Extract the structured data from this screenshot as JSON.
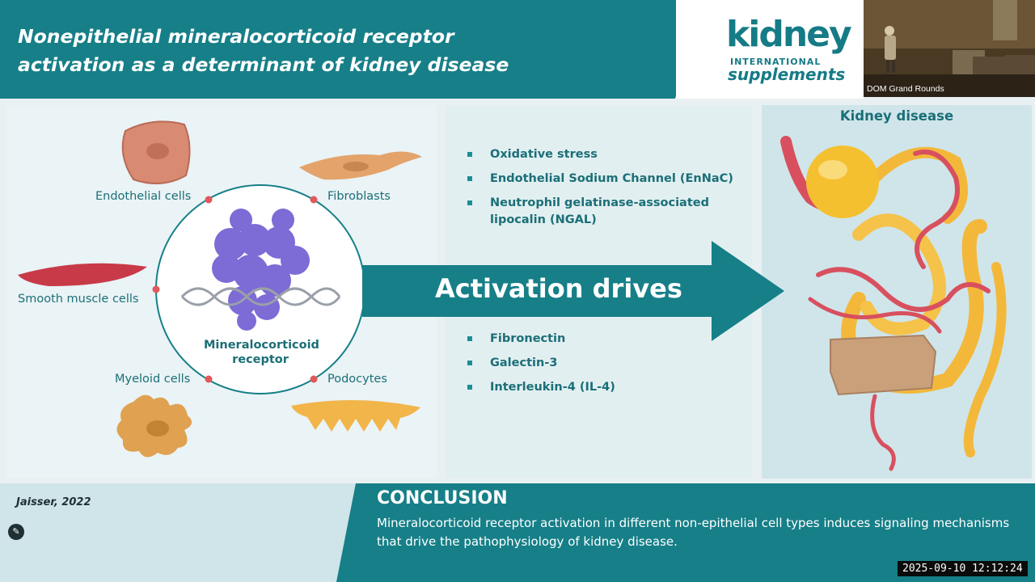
{
  "header": {
    "title_line1": "Nonepithelial mineralocorticoid receptor",
    "title_line2": "activation as a determinant of kidney disease"
  },
  "logo": {
    "word_main": "kidney",
    "word_mid": "INTERNATIONAL",
    "word_sub": "supplements"
  },
  "webcam": {
    "label": "DOM Grand Rounds"
  },
  "cells": {
    "endothelial": "Endothelial cells",
    "fibroblasts": "Fibroblasts",
    "smooth_muscle": "Smooth muscle cells",
    "myeloid": "Myeloid cells",
    "podocytes": "Podocytes"
  },
  "receptor": {
    "line1": "Mineralocorticoid",
    "line2": "receptor"
  },
  "arrow": {
    "label": "Activation drives"
  },
  "bullets_top": [
    "Oxidative stress",
    "Endothelial Sodium Channel (EnNaC)",
    "Neutrophil gelatinase-associated lipocalin (NGAL)"
  ],
  "bullets_bottom": [
    "Fibronectin",
    "Galectin-3",
    "Interleukin-4 (IL-4)"
  ],
  "kidney": {
    "title": "Kidney disease"
  },
  "footer": {
    "citation": "Jaisser, 2022",
    "conclusion_title": "CONCLUSION",
    "conclusion_text": "Mineralocorticoid receptor activation in different non-epithelial cell types induces signaling mechanisms that drive the pathophysiology of kidney disease."
  },
  "timestamp": "2025-09-10 12:12:24",
  "colors": {
    "teal": "#167f88",
    "teal_dark": "#0f6e77",
    "panel_light": "#eaf3f6",
    "accent_red": "#e05a5a"
  },
  "icons": {
    "edit": "pencil-icon"
  }
}
